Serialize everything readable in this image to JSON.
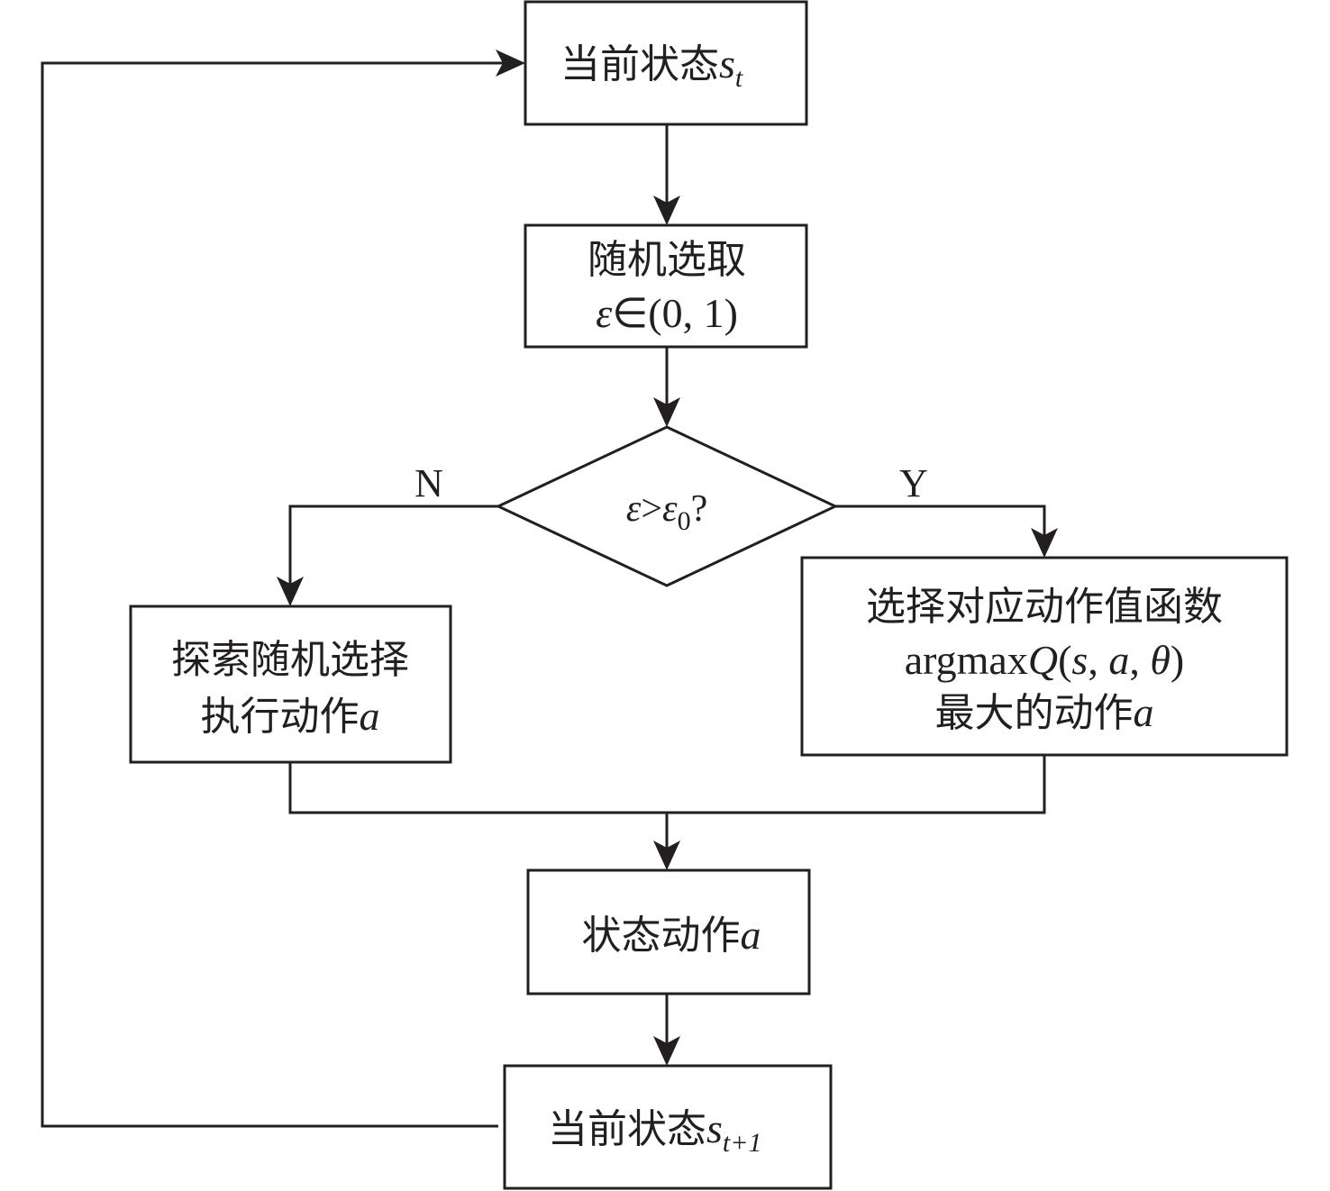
{
  "colors": {
    "stroke": "#231f20",
    "background": "#ffffff"
  },
  "nodes": {
    "current_state": {
      "text": "当前状态",
      "var": "s",
      "sub": "t"
    },
    "random_select": {
      "line1": "随机选取",
      "eps": "ε",
      "member": "∈",
      "interval": "(0, 1)"
    },
    "decision": {
      "eps": "ε",
      "op": ">",
      "eps0": "ε",
      "sub": "0",
      "q": "?"
    },
    "explore": {
      "line1": "探索随机选择",
      "line2": "执行动作",
      "var": "a"
    },
    "exploit": {
      "line1": "选择对应动作值函数",
      "fn": "argmax",
      "Q": "Q",
      "open": "(",
      "s": "s",
      "c1": ", ",
      "a": "a",
      "c2": ", ",
      "theta": "θ",
      "close": ")",
      "line3": "最大的动作",
      "var": "a"
    },
    "state_action": {
      "text": "状态动作",
      "var": "a"
    },
    "next_state": {
      "text": "当前状态",
      "var": "s",
      "sub": "t+1"
    }
  },
  "branch_labels": {
    "no": "N",
    "yes": "Y"
  }
}
